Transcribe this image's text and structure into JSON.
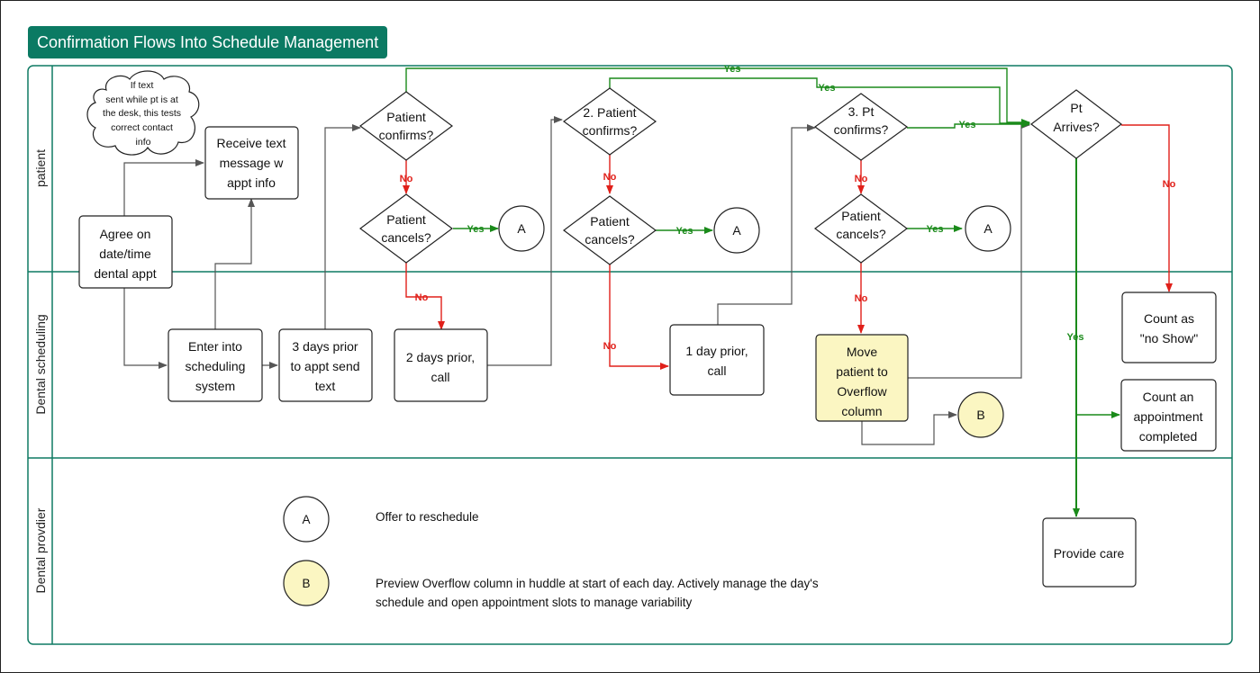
{
  "title": "Confirmation Flows Into Schedule Management",
  "lanes": [
    "patient",
    "Dental scheduling",
    "Dental provdier"
  ],
  "cloud_note": [
    "If      text",
    "sent while pt is at",
    "the desk, this tests",
    "correct contact",
    "info"
  ],
  "boxes": {
    "agree": [
      "Agree on",
      "date/time",
      "dental appt"
    ],
    "receive": [
      "Receive text",
      "message w",
      "appt info"
    ],
    "enter": [
      "Enter into",
      "scheduling",
      "system"
    ],
    "three_days": [
      "3 days prior",
      "to appt send",
      "text"
    ],
    "two_days": [
      "2 days prior,",
      "call"
    ],
    "one_day": [
      "1 day prior,",
      "call"
    ],
    "overflow": [
      "Move",
      "patient to",
      "Overflow",
      "column"
    ],
    "no_show": [
      "Count as",
      "\"no Show\""
    ],
    "completed": [
      "Count an",
      "appointment",
      "completed"
    ],
    "provide_care": [
      "Provide care"
    ]
  },
  "diamonds": {
    "confirm1": [
      "Patient",
      "confirms?"
    ],
    "cancel1": [
      "Patient",
      "cancels?"
    ],
    "confirm2": [
      "2. Patient",
      "confirms?"
    ],
    "cancel2": [
      "Patient",
      "cancels?"
    ],
    "confirm3": [
      "3. Pt",
      "confirms?"
    ],
    "cancel3": [
      "Patient",
      "cancels?"
    ],
    "arrives": [
      "Pt",
      "Arrives?"
    ]
  },
  "connector_a": "A",
  "connector_b": "B",
  "edge_labels": {
    "yes": "Yes",
    "no": "No"
  },
  "legend": {
    "a_text": "Offer to reschedule",
    "b_text": [
      "Preview Overflow column in huddle at start of each day.  Actively manage the day's",
      "schedule and open appointment slots to manage variability"
    ]
  },
  "colors": {
    "banner": "#0b7a63",
    "lane_line": "#0f7a63",
    "yes": "#1a8a1a",
    "no": "#e0201a",
    "neutral": "#555555",
    "highlight": "#fbf6c2"
  }
}
